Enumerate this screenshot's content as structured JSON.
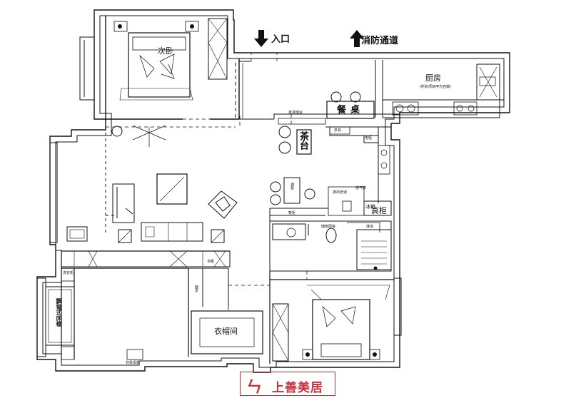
{
  "labels": {
    "entrance": "入口",
    "fire_exit": "消防通道",
    "second_bedroom": "次卧",
    "kitchen": "厨房",
    "kitchen_note": "(所有项目甲方自做)",
    "dining_table": "餐桌",
    "tea_table": "茶台",
    "cloakroom": "衣帽间",
    "tall_cabinet": "高柜",
    "fridge": "冰箱",
    "bay_window_bed": "飘窗式床榻",
    "projector": "背投投影",
    "bookcase": "书柜",
    "shoe_cabinet": "鞋柜",
    "wine_cabinet": "酒柜",
    "step": "踏步",
    "smoke_pipe": "排风管道",
    "gas_meter": "燃气表",
    "sink_label": "洗衣机",
    "cabinet_small": "电柜",
    "washbasin_label": "储物层板",
    "bathtub_label": "淋浴",
    "sideboard": "家具储台",
    "cabinet_top": "茶具"
  },
  "logo": {
    "mark": "ㄣ",
    "text": "上善美居"
  },
  "colors": {
    "line": "#111111",
    "brand": "#c8303a"
  }
}
